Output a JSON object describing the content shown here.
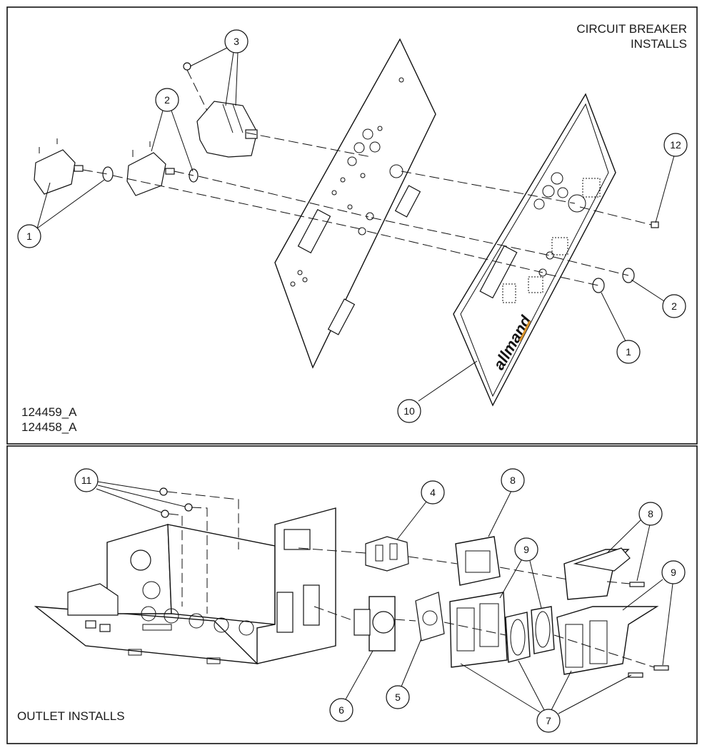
{
  "top_panel": {
    "title_line1": "CIRCUIT BREAKER",
    "title_line2": "INSTALLS",
    "doc_number_1": "124459_A",
    "doc_number_2": "124458_A",
    "brand_logo_text": "allmand"
  },
  "bottom_panel": {
    "title": "OUTLET INSTALLS"
  },
  "callouts": {
    "c1a": "1",
    "c2a": "2",
    "c3": "3",
    "c12": "12",
    "c2b": "2",
    "c1b": "1",
    "c10": "10",
    "c11": "11",
    "c4": "4",
    "c8a": "8",
    "c8b": "8",
    "c9a": "9",
    "c9b": "9",
    "c6": "6",
    "c5": "5",
    "c7": "7"
  },
  "colors": {
    "line": "#111111",
    "logo_accent": "#d9932a",
    "background": "#ffffff"
  }
}
